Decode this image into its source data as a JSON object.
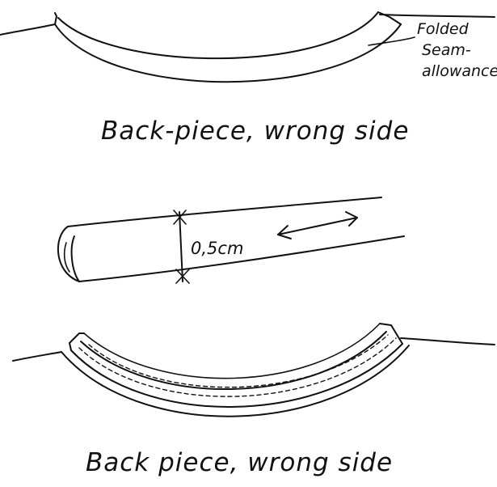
{
  "figure_1": {
    "note_lines": [
      "Folded",
      "Seam-",
      "allowance"
    ],
    "caption": "Back-piece, wrong side"
  },
  "figure_2": {
    "measurement": "0,5cm"
  },
  "figure_3": {
    "caption": "Back piece, wrong side"
  },
  "colors": {
    "ink": "#111111",
    "paper": "#ffffff"
  }
}
